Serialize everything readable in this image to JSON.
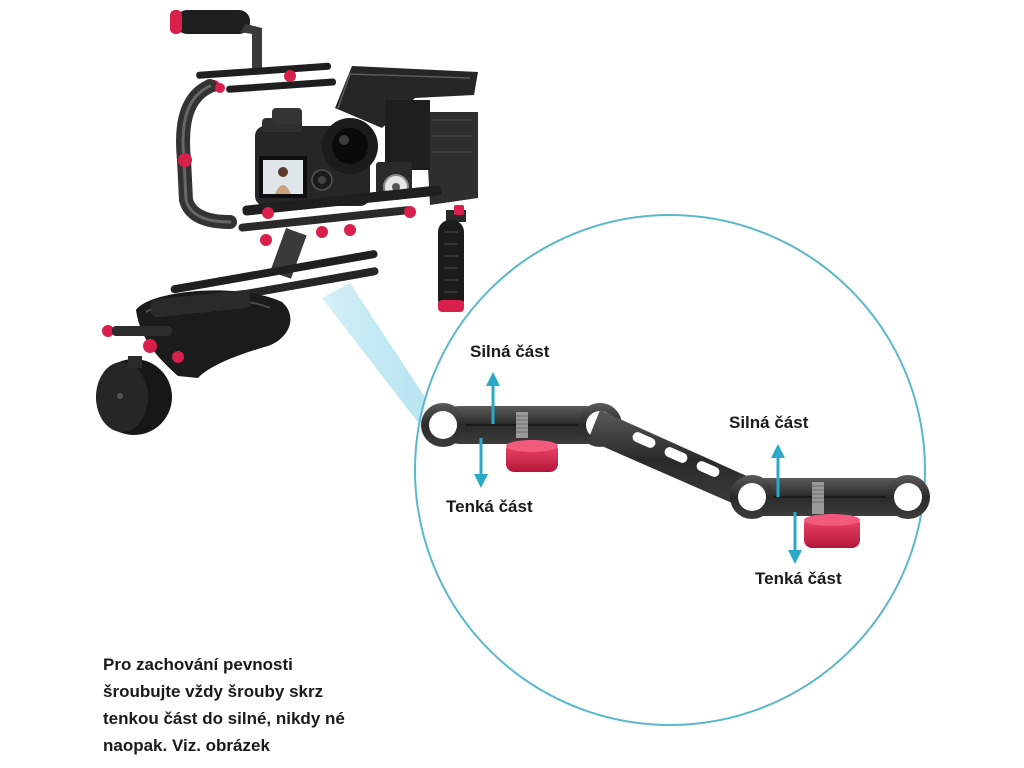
{
  "labels": {
    "strong_left": "Silná část",
    "thin_left": "Tenká část",
    "strong_right": "Silná část",
    "thin_right": "Tenká část"
  },
  "instruction_lines": [
    "Pro zachování pevnosti",
    "šroubujte vždy šrouby skrz",
    "tenkou část do silné, nikdy né",
    "naopak.  Viz. obrázek"
  ],
  "colors": {
    "accent_red": "#d8204a",
    "arrow_cyan": "#2aa9c8",
    "circle_outline": "#5ab8cc",
    "metal_dark": "#2b2b2b"
  }
}
